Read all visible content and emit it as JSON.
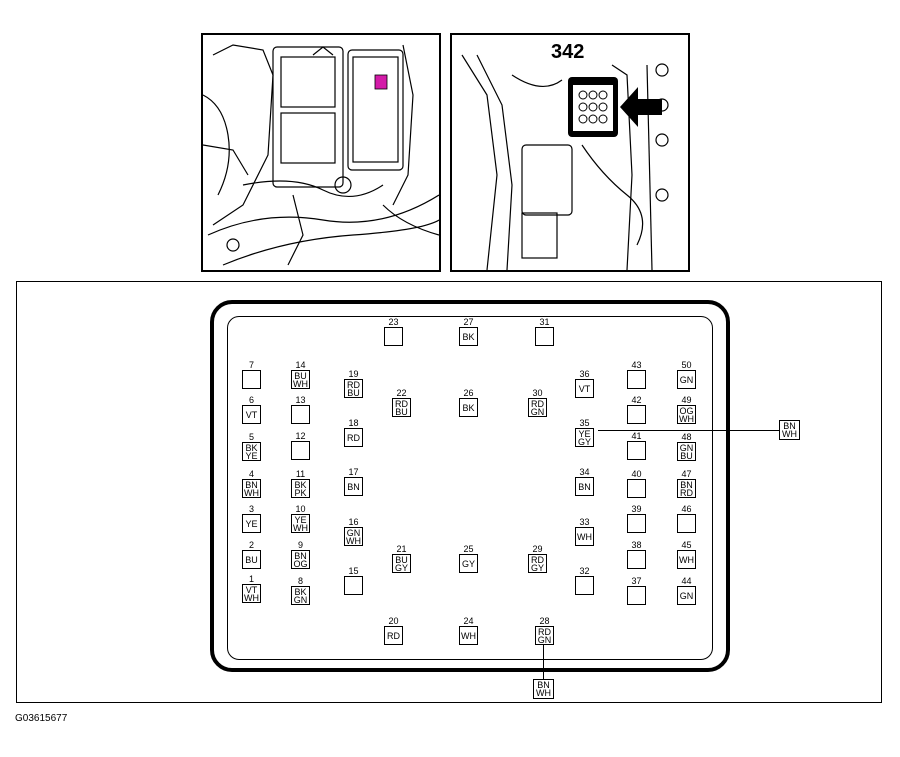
{
  "callout": "342",
  "figure_id": "G03615677",
  "pins": [
    {
      "n": "1",
      "c": [
        "VT",
        "WH"
      ]
    },
    {
      "n": "2",
      "c": [
        "BU"
      ]
    },
    {
      "n": "3",
      "c": [
        "YE"
      ]
    },
    {
      "n": "4",
      "c": [
        "BN",
        "WH"
      ]
    },
    {
      "n": "5",
      "c": [
        "BK",
        "YE"
      ]
    },
    {
      "n": "6",
      "c": [
        "VT"
      ]
    },
    {
      "n": "7",
      "c": []
    },
    {
      "n": "8",
      "c": [
        "BK",
        "GN"
      ]
    },
    {
      "n": "9",
      "c": [
        "BN",
        "OG"
      ]
    },
    {
      "n": "10",
      "c": [
        "YE",
        "WH"
      ]
    },
    {
      "n": "11",
      "c": [
        "BK",
        "PK"
      ]
    },
    {
      "n": "12",
      "c": []
    },
    {
      "n": "13",
      "c": []
    },
    {
      "n": "14",
      "c": [
        "BU",
        "WH"
      ]
    },
    {
      "n": "15",
      "c": []
    },
    {
      "n": "16",
      "c": [
        "GN",
        "WH"
      ]
    },
    {
      "n": "17",
      "c": [
        "BN"
      ]
    },
    {
      "n": "18",
      "c": [
        "RD"
      ]
    },
    {
      "n": "19",
      "c": [
        "RD",
        "BU"
      ]
    },
    {
      "n": "20",
      "c": [
        "RD"
      ]
    },
    {
      "n": "21",
      "c": [
        "BU",
        "GY"
      ]
    },
    {
      "n": "22",
      "c": [
        "RD",
        "BU"
      ]
    },
    {
      "n": "23",
      "c": []
    },
    {
      "n": "24",
      "c": [
        "WH"
      ]
    },
    {
      "n": "25",
      "c": [
        "GY"
      ]
    },
    {
      "n": "26",
      "c": [
        "BK"
      ]
    },
    {
      "n": "27",
      "c": [
        "BK"
      ]
    },
    {
      "n": "28",
      "c": [
        "RD",
        "GN"
      ]
    },
    {
      "n": "29",
      "c": [
        "RD",
        "GY"
      ]
    },
    {
      "n": "30",
      "c": [
        "RD",
        "GN"
      ]
    },
    {
      "n": "31",
      "c": []
    },
    {
      "n": "32",
      "c": []
    },
    {
      "n": "33",
      "c": [
        "WH"
      ]
    },
    {
      "n": "34",
      "c": [
        "BN"
      ]
    },
    {
      "n": "35",
      "c": [
        "YE",
        "GY"
      ]
    },
    {
      "n": "36",
      "c": [
        "VT"
      ]
    },
    {
      "n": "37",
      "c": []
    },
    {
      "n": "38",
      "c": []
    },
    {
      "n": "39",
      "c": []
    },
    {
      "n": "40",
      "c": []
    },
    {
      "n": "41",
      "c": []
    },
    {
      "n": "42",
      "c": []
    },
    {
      "n": "43",
      "c": []
    },
    {
      "n": "44",
      "c": [
        "GN"
      ]
    },
    {
      "n": "45",
      "c": [
        "WH"
      ]
    },
    {
      "n": "46",
      "c": []
    },
    {
      "n": "47",
      "c": [
        "BN",
        "RD"
      ]
    },
    {
      "n": "48",
      "c": [
        "GN",
        "BU"
      ]
    },
    {
      "n": "49",
      "c": [
        "OG",
        "WH"
      ]
    },
    {
      "n": "50",
      "c": [
        "GN"
      ]
    }
  ],
  "external_wires": [
    {
      "id": "from-35",
      "c": [
        "BN",
        "WH"
      ]
    },
    {
      "id": "from-28",
      "c": [
        "BN",
        "WH"
      ]
    }
  ]
}
